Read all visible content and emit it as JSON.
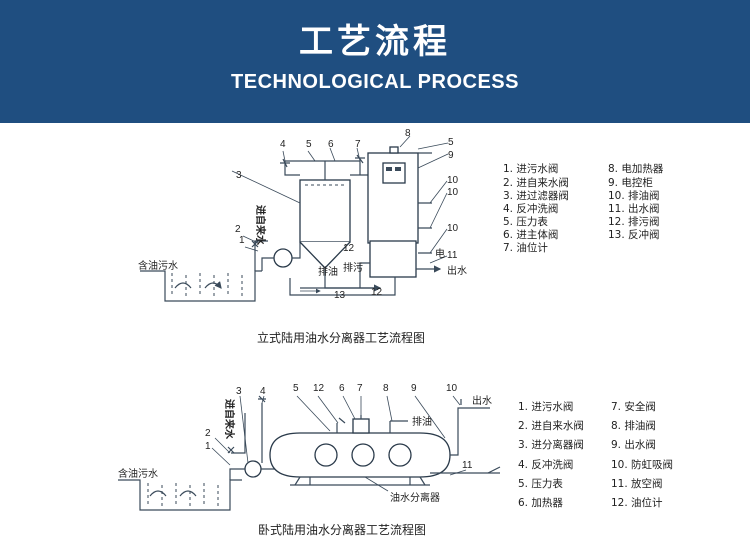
{
  "header": {
    "title_cn": "工艺流程",
    "title_en": "TECHNOLOGICAL PROCESS",
    "bg_color": "#1f4e80"
  },
  "vertical": {
    "caption": "立式陆用油水分离器工艺流程图",
    "inlet_label": "含油污水",
    "outlet_label": "出水",
    "oil_label": "排油",
    "sewage_label": "排污",
    "tap_water_label": "进自来水",
    "electric_label": "电",
    "callouts": [
      "1",
      "2",
      "3",
      "4",
      "5",
      "6",
      "7",
      "8",
      "5",
      "9",
      "10",
      "10",
      "10",
      "11",
      "12",
      "13",
      "12"
    ],
    "legend_left": [
      "1. 进污水阀",
      "2. 进自来水阀",
      "3. 进过滤器阀",
      "4. 反冲洗阀",
      "5. 压力表",
      "6. 进主体阀",
      "7. 油位计"
    ],
    "legend_right": [
      "8. 电加热器",
      "9. 电控柜",
      "10. 排油阀",
      "11. 出水阀",
      "12. 排污阀",
      "13. 反冲阀"
    ]
  },
  "horizontal": {
    "caption": "卧式陆用油水分离器工艺流程图",
    "inlet_label": "含油污水",
    "outlet_label": "出水",
    "oil_label": "排油",
    "separator_label": "油水分离器",
    "tap_water_label": "进自来水",
    "callouts": [
      "1",
      "2",
      "3",
      "4",
      "5",
      "12",
      "6",
      "7",
      "8",
      "9",
      "10",
      "11"
    ],
    "legend_left": [
      "1. 进污水阀",
      "2. 进自来水阀",
      "3. 进分离器阀",
      "4. 反冲洗阀",
      "5. 压力表",
      "6. 加热器"
    ],
    "legend_right": [
      "7. 安全阀",
      "8. 排油阀",
      "9. 出水阀",
      "10. 防虹吸阀",
      "11. 放空阀",
      "12. 油位计"
    ]
  }
}
